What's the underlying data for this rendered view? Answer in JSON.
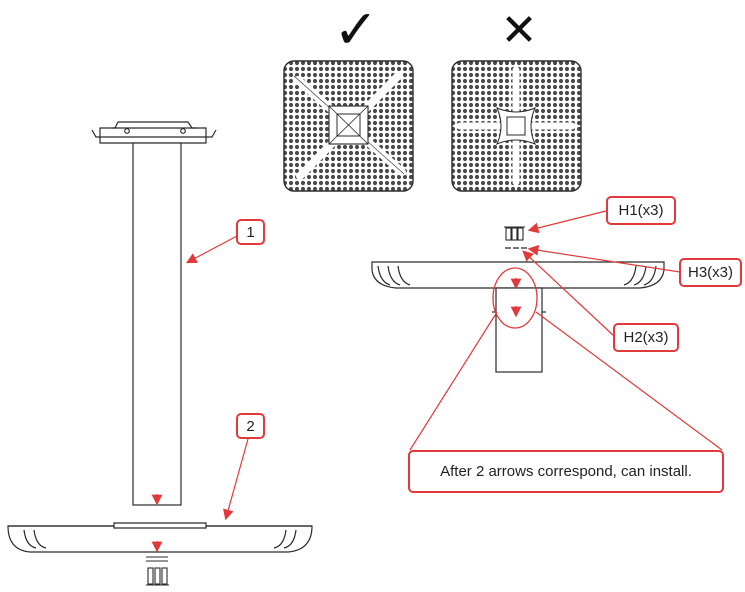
{
  "diagram": {
    "correct_mark": "✓",
    "incorrect_mark": "✕",
    "callout_1": "1",
    "callout_2": "2",
    "label_h1": "H1(x3)",
    "label_h3": "H3(x3)",
    "label_h2": "H2(x3)",
    "note": "After 2 arrows correspond, can install."
  },
  "colors": {
    "line": "#2b2b2b",
    "accent": "#e23a3a",
    "mesh": "#5a5a5a"
  }
}
